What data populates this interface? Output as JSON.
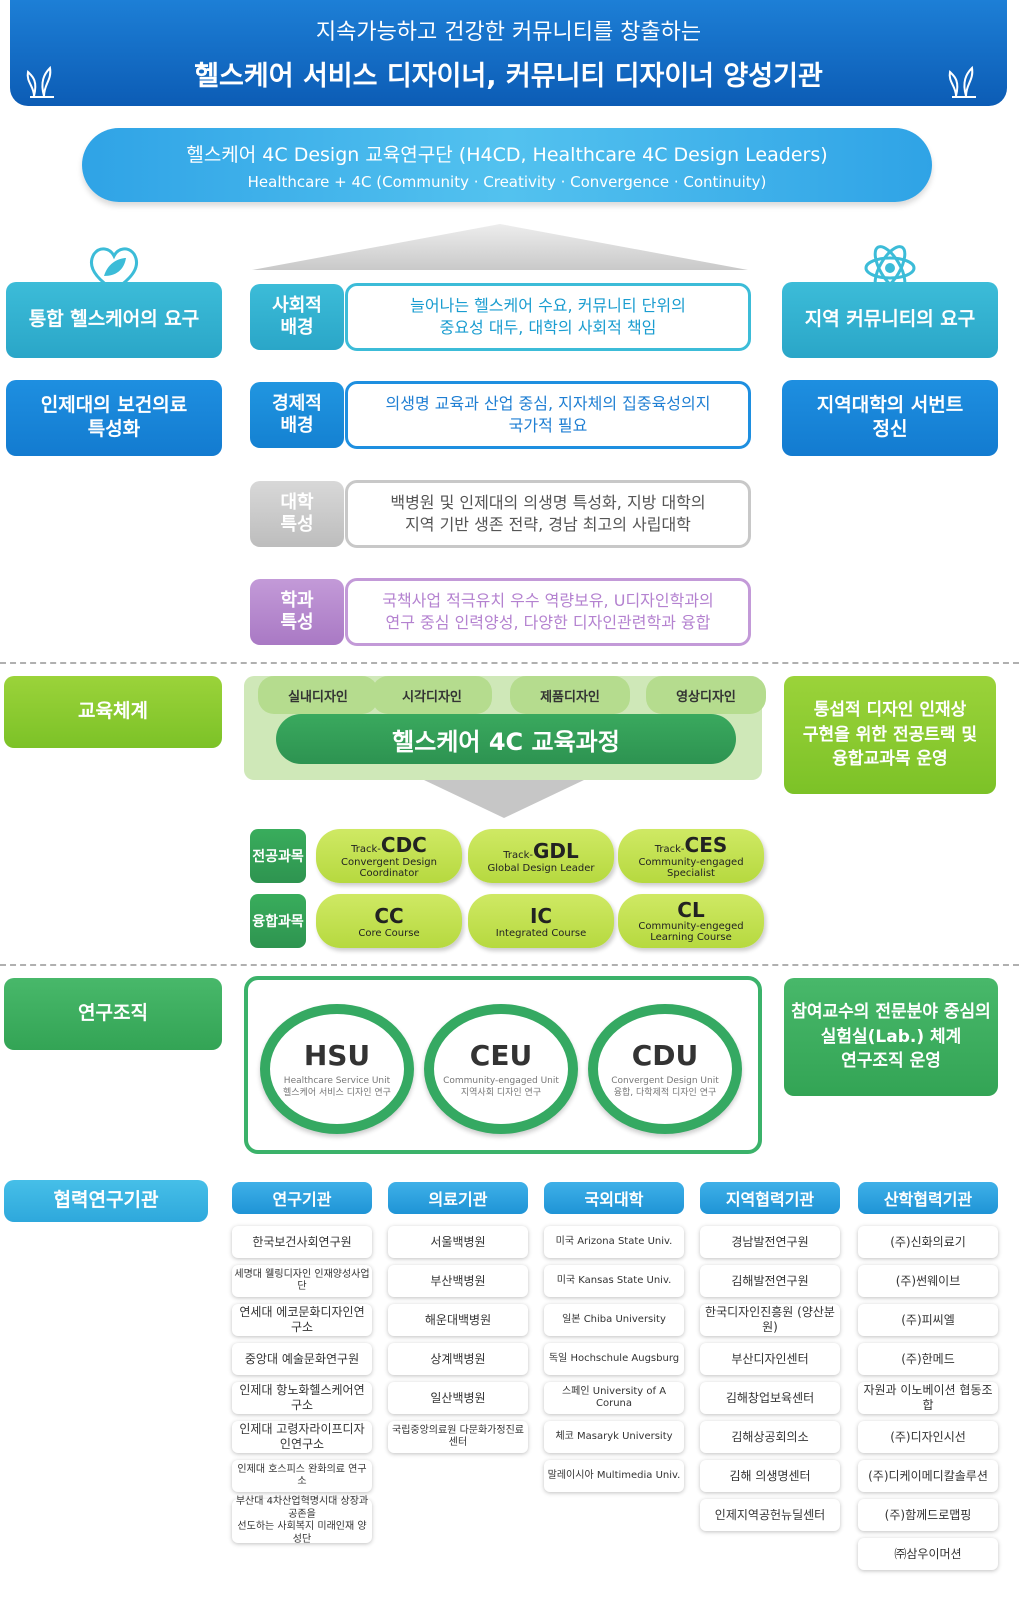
{
  "header": {
    "line1": "지속가능하고 건강한 커뮤니티를 창출하는",
    "line2": "헬스케어 서비스 디자이너, 커뮤니티 디자이너 양성기관"
  },
  "banner": {
    "title": "헬스케어 4C Design 교육연구단 (H4CD, Healthcare 4C Design Leaders)",
    "subtitle": "Healthcare + 4C (Community · Creativity · Convergence · Continuity)"
  },
  "left_needs": [
    "통합 헬스케어의 요구",
    "인제대의 보건의료\n특성화"
  ],
  "right_needs": [
    "지역 커뮤니티의 요구",
    "지역대학의 서번트\n정신"
  ],
  "rows": [
    {
      "label": "사회적\n배경",
      "text": "늘어나는 헬스케어 수요, 커뮤니티 단위의\n중요성 대두, 대학의 사회적 책임"
    },
    {
      "label": "경제적\n배경",
      "text": "의생명 교육과 산업 중심, 지자체의 집중육성의지\n국가적 필요"
    },
    {
      "label": "대학\n특성",
      "text": "백병원 및 인제대의 의생명 특성화, 지방 대학의\n지역 기반 생존 전략, 경남 최고의 사립대학"
    },
    {
      "label": "학과\n특성",
      "text": "국책사업 적극유치 우수 역량보유, U디자인학과의\n연구 중심 인력양성, 다양한 디자인관련학과 융합"
    }
  ],
  "education": {
    "label": "교육체계",
    "subjects": [
      "실내디자인",
      "시각디자인",
      "제품디자인",
      "영상디자인"
    ],
    "course": "헬스케어 4C 교육과정",
    "right_text": "통섭적 디자인 인재상\n구현을 위한 전공트랙 및\n융합교과목 운영",
    "major_tag": "전공과목",
    "conv_tag": "융합과목",
    "tracks": [
      {
        "prefix": "Track-",
        "code": "CDC",
        "name": "Convergent Design Coordinator"
      },
      {
        "prefix": "Track-",
        "code": "GDL",
        "name": "Global Design Leader"
      },
      {
        "prefix": "Track-",
        "code": "CES",
        "name": "Community-engaged Specialist"
      }
    ],
    "courses": [
      {
        "code": "CC",
        "name": "Core Course"
      },
      {
        "code": "IC",
        "name": "Integrated Course"
      },
      {
        "code": "CL",
        "name": "Community-engeged\nLearning Course"
      }
    ]
  },
  "research": {
    "label": "연구조직",
    "right_text": "참여교수의 전문분야 중심의\n실험실(Lab.) 체계\n연구조직 운영",
    "units": [
      {
        "code": "HSU",
        "en": "Healthcare Service Unit",
        "ko": "헬스케어 서비스 디자인 연구"
      },
      {
        "code": "CEU",
        "en": "Community-engaged Unit",
        "ko": "지역사회 디자인 연구"
      },
      {
        "code": "CDU",
        "en": "Convergent Design Unit",
        "ko": "융합, 다학제적 디자인 연구"
      }
    ]
  },
  "partners": {
    "label": "협력연구기관",
    "columns": [
      {
        "head": "연구기관",
        "items": [
          "한국보건사회연구원",
          "세명대 웰링디자인 인재양성사업단",
          "연세대 에코문화디자인연구소",
          "중앙대 예술문화연구원",
          "인제대 항노화헬스케어연구소",
          "인제대 고령자라이프디자인연구소",
          "인제대 호스피스 완화의료 연구소",
          "부산대 4차산업혁명시대 상장과 공존을\n선도하는 사회복지 미래인재 양성단"
        ]
      },
      {
        "head": "의료기관",
        "items": [
          "서울백병원",
          "부산백병원",
          "해운대백병원",
          "상계백병원",
          "일산백병원",
          "국립중앙의료원 다문화가정진료센터"
        ]
      },
      {
        "head": "국외대학",
        "items": [
          "미국 Arizona State Univ.",
          "미국 Kansas State Univ.",
          "일본 Chiba University",
          "독일 Hochschule Augsburg",
          "스페인 University of A Coruna",
          "체코 Masaryk University",
          "말레이시아 Multimedia Univ."
        ]
      },
      {
        "head": "지역협력기관",
        "items": [
          "경남발전연구원",
          "김해발전연구원",
          "한국디자인진흥원 (양산분원)",
          "부산디자인센터",
          "김해창업보육센터",
          "김해상공회의소",
          "김해 의생명센터",
          "인제지역공헌뉴딜센터"
        ]
      },
      {
        "head": "산학협력기관",
        "items": [
          "(주)신화의료기",
          "(주)썬웨이브",
          "(주)피씨엘",
          "(주)한메드",
          "자원과 이노베이션 협동조합",
          "(주)디자인시선",
          "(주)디케이메디칼솔루션",
          "(주)함께드로맵핑",
          "㈜삼우이머션"
        ]
      }
    ]
  }
}
